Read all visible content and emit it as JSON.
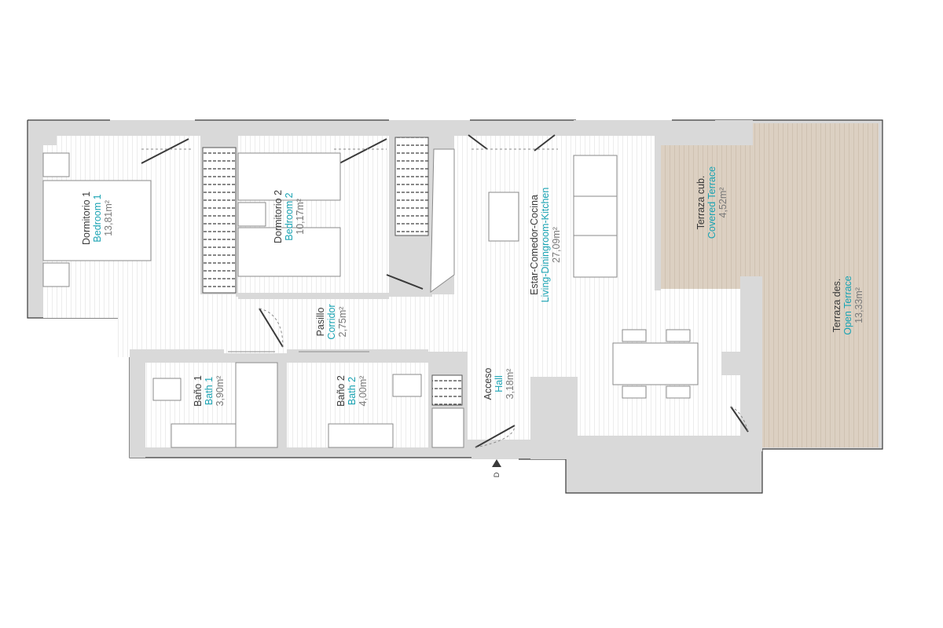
{
  "rooms": {
    "bedroom1": {
      "name_es": "Dormitorio 1",
      "name_en": "Bedroom 1",
      "area": "13,81m²"
    },
    "bedroom2": {
      "name_es": "Dormitorio 2",
      "name_en": "Bedroom 2",
      "area": "10,17m²"
    },
    "living": {
      "name_es": "Estar-Comedor-Cocina",
      "name_en": "Living-Diningroom-Kitchen",
      "area": "27,09m²"
    },
    "covered_terrace": {
      "name_es": "Terraza cub.",
      "name_en": "Covered Terrace",
      "area": "4,52m²"
    },
    "open_terrace": {
      "name_es": "Terraza des.",
      "name_en": "Open Terrace",
      "area": "13,33m²"
    },
    "corridor": {
      "name_es": "Pasillo",
      "name_en": "Corridor",
      "area": "2,75m²"
    },
    "bath1": {
      "name_es": "Baño 1",
      "name_en": "Bath 1",
      "area": "3,90m²"
    },
    "bath2": {
      "name_es": "Baño 2",
      "name_en": "Bath 2",
      "area": "4,00m²"
    },
    "hall": {
      "name_es": "Acceso",
      "name_en": "Hall",
      "area": "3,18m²"
    }
  },
  "entrance": {
    "marker": "D"
  },
  "colors": {
    "wall": "#d9d9d9",
    "wall_outline": "#3a3a3a",
    "floor": "#ffffff",
    "floor_planks": "#e6e6e6",
    "terrace_deck": "#dcd0c2",
    "english_label": "#1aa3b3",
    "area_label": "#7a7a7a"
  }
}
